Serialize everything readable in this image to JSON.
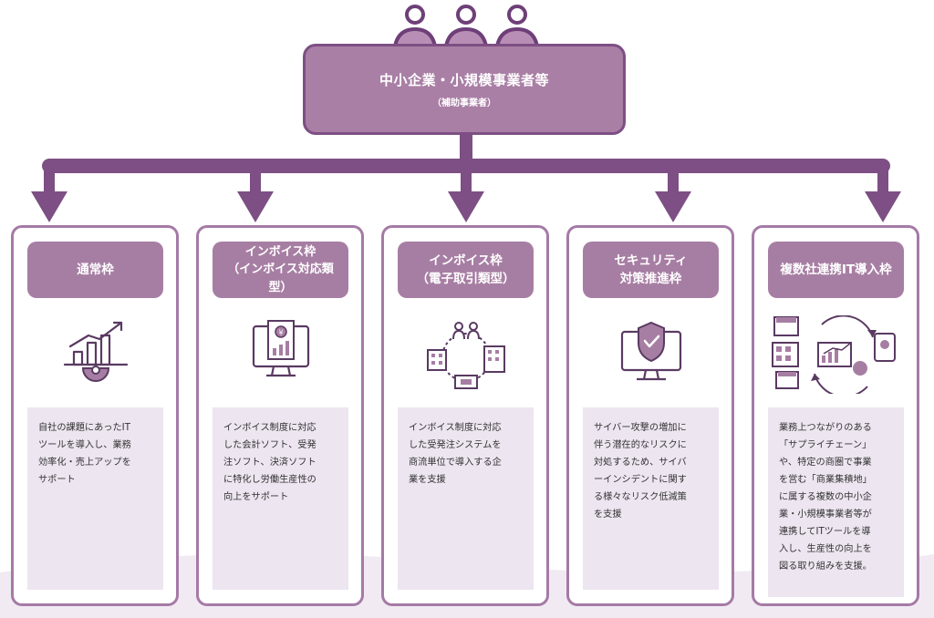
{
  "top": {
    "title": "中小企業・小規模事業者等",
    "subtitle": "（補助事業者）"
  },
  "colors": {
    "primary": "#7d4f84",
    "header_fill": "#a77ea3",
    "desc_bg": "#ede5f0",
    "card_border": "#a57aa6"
  },
  "cards": [
    {
      "title": "通常枠",
      "icon": "growth-chart-gear-icon",
      "desc": "自社の課題にあったIT\nツールを導入し、業務\n効率化・売上アップを\nサポート"
    },
    {
      "title": "インボイス枠\n（インボイス対応類\n型）",
      "icon": "invoice-monitor-icon",
      "desc": "インボイス制度に対応\nした会計ソフト、受発\n注ソフト、決済ソフト\nに特化し労働生産性の\n向上をサポート"
    },
    {
      "title": "インボイス枠\n（電子取引類型）",
      "icon": "business-network-icon",
      "desc": "インボイス制度に対応\nした受発注システムを\n商流単位で導入する企\n業を支援"
    },
    {
      "title": "セキュリティ\n対策推進枠",
      "icon": "security-shield-monitor-icon",
      "desc": "サイバー攻撃の増加に\n伴う潜在的なリスクに\n対処するため、サイバ\nーインシデントに関す\nる様々なリスク低減策\nを支援"
    },
    {
      "title": "複数社連携IT導入枠",
      "icon": "multi-company-collaboration-icon",
      "desc": "業務上つながりのある\n「サプライチェーン」\nや、特定の商圏で事業\nを営む「商業集積地」\nに属する複数の中小企\n業・小規模事業者等が\n連携してITツールを導\n入し、生産性の向上を\n図る取り組みを支援。"
    }
  ]
}
